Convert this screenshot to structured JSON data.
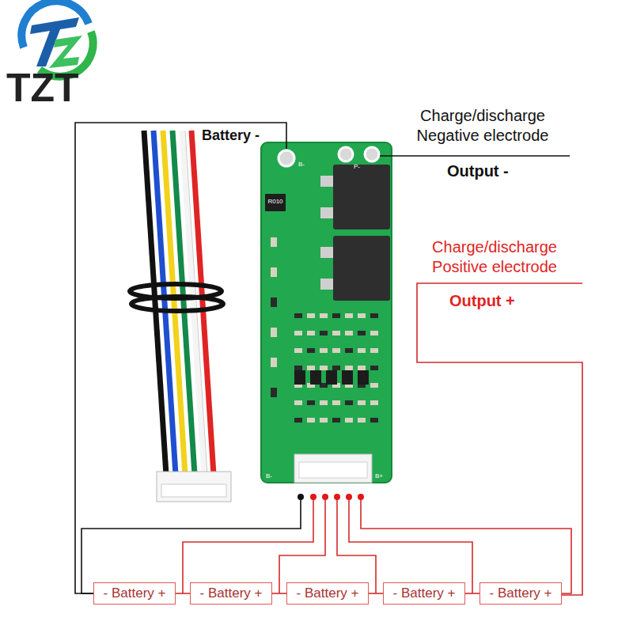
{
  "diagram": {
    "nodes": [
      {
        "text": [
          "- Battery +"
        ]
      },
      {
        "text": [
          "- Battery +"
        ]
      },
      {
        "text": [
          "- Battery +"
        ]
      },
      {
        "text": [
          "- Battery +"
        ]
      },
      {
        "text": [
          "- Battery +"
        ]
      }
    ],
    "edges": [
      {
        "from": 0,
        "to": 1,
        "arrow": "none"
      },
      {
        "from": 1,
        "to": 2,
        "arrow": "none"
      },
      {
        "from": 2,
        "to": 3,
        "arrow": "none"
      },
      {
        "from": 3,
        "to": 4,
        "arrow": "none"
      }
    ],
    "labels": [
      "TZT",
      "Battery -",
      "Charge/discharge Negative electrode",
      "Output -",
      "Charge/discharge Positive electrode",
      "Output +",
      "R010",
      "B-",
      "P-",
      "B-",
      "B+"
    ]
  }
}
